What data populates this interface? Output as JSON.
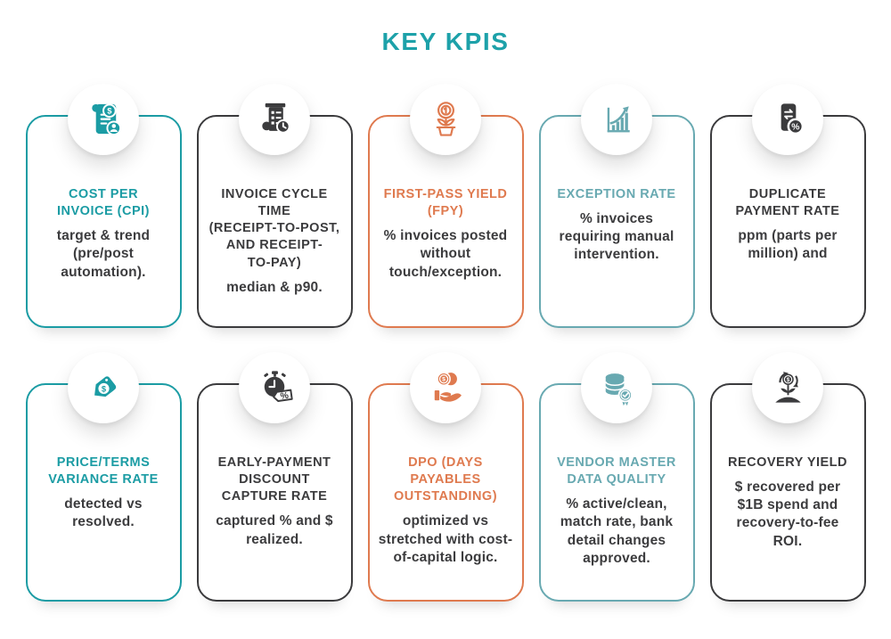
{
  "page": {
    "heading": "KEY KPIS"
  },
  "colors": {
    "teal": "#1b9ca4",
    "dark": "#3b3b3d",
    "orange": "#df7a4f",
    "muted_teal": "#68a9b1",
    "body_text": "#3c3c3e",
    "background": "#ffffff"
  },
  "cards": [
    {
      "icon": "invoice-dollar-icon",
      "theme": "teal",
      "title": "COST PER\nINVOICE (CPI)",
      "description": "target & trend (pre/post automation)."
    },
    {
      "icon": "invoice-clock-icon",
      "theme": "dark",
      "title": "INVOICE CYCLE\nTIME\n(RECEIPT-TO-POST,\nAND RECEIPT-\nTO-PAY)",
      "description": "median & p90."
    },
    {
      "icon": "coin-plant-pot-icon",
      "theme": "orange",
      "title": "FIRST-PASS YIELD\n(FPY)",
      "description": "% invoices posted without touch/exception."
    },
    {
      "icon": "growth-chart-icon",
      "theme": "muted",
      "title": "EXCEPTION RATE",
      "description": "% invoices requiring manual intervention."
    },
    {
      "icon": "phone-transfer-percent-icon",
      "theme": "dark",
      "title": "DUPLICATE\nPAYMENT RATE",
      "description": "ppm (parts per million) and"
    },
    {
      "icon": "price-tag-dollar-icon",
      "theme": "teal",
      "title": "PRICE/TERMS\nVARIANCE RATE",
      "description": "detected vs resolved."
    },
    {
      "icon": "stopwatch-discount-icon",
      "theme": "dark",
      "title": "EARLY-PAYMENT\nDISCOUNT\nCAPTURE RATE",
      "description": "captured % and $ realized."
    },
    {
      "icon": "hand-coins-icon",
      "theme": "orange",
      "title": "DPO (DAYS\nPAYABLES\nOUTSTANDING)",
      "description": "optimized vs stretched with cost-of-capital logic."
    },
    {
      "icon": "database-badge-icon",
      "theme": "muted",
      "title": "VENDOR MASTER\nDATA QUALITY",
      "description": "% active/clean, match rate, bank detail changes approved."
    },
    {
      "icon": "money-plant-recycle-icon",
      "theme": "dark",
      "title": "RECOVERY YIELD",
      "description": "$ recovered per $1B spend and recovery-to-fee ROI."
    }
  ]
}
